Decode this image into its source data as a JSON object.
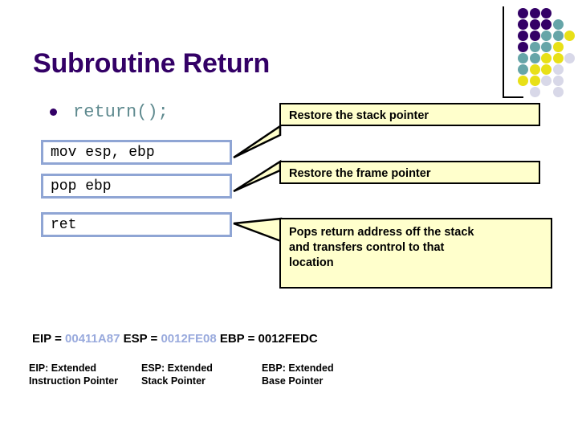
{
  "slide": {
    "title": "Subroutine Return",
    "title_color": "#330066",
    "background": "#ffffff"
  },
  "bullet": {
    "text": "return();",
    "text_color": "#5f8a8f",
    "marker_color": "#330066"
  },
  "code_boxes": [
    {
      "text": "mov esp, ebp",
      "border_color": "#8fa5d4"
    },
    {
      "text": "pop ebp",
      "border_color": "#8fa5d4"
    },
    {
      "text": "ret",
      "border_color": "#8fa5d4"
    }
  ],
  "callouts": [
    {
      "lines": [
        "Restore the stack pointer"
      ],
      "fill": "#ffffcc",
      "border": "#000000"
    },
    {
      "lines": [
        "Restore the frame pointer"
      ],
      "fill": "#ffffcc",
      "border": "#000000"
    },
    {
      "lines": [
        "Pops return address off the stack",
        "and transfers control to that",
        "location"
      ],
      "fill": "#ffffcc",
      "border": "#000000"
    }
  ],
  "registers": {
    "eip_label": "EIP = ",
    "eip_value": "00411A87",
    "esp_label": " ESP = ",
    "esp_value": "0012FE08",
    "ebp_label": " EBP = ",
    "ebp_value": "0012FEDC",
    "highlight_color": "#99aadd"
  },
  "legend": [
    {
      "lines": [
        "EIP: Extended",
        "Instruction Pointer"
      ]
    },
    {
      "lines": [
        "ESP: Extended",
        "Stack Pointer"
      ]
    },
    {
      "lines": [
        "EBP: Extended",
        "Base Pointer"
      ]
    }
  ],
  "decor": {
    "palette": {
      "purple": "#330066",
      "teal": "#66a5a8",
      "yellow": "#e8e017",
      "lavender": "#d8d8e8"
    },
    "rows": [
      [
        "purple",
        "purple",
        "purple",
        null,
        null,
        null
      ],
      [
        "purple",
        "purple",
        "purple",
        "teal",
        null,
        null
      ],
      [
        "purple",
        "purple",
        "teal",
        "teal",
        "yellow",
        null
      ],
      [
        "purple",
        "teal",
        "teal",
        "yellow",
        null,
        null
      ],
      [
        "teal",
        "teal",
        "yellow",
        "yellow",
        "lavender",
        null
      ],
      [
        "teal",
        "yellow",
        "yellow",
        "lavender",
        null,
        null
      ],
      [
        "yellow",
        "yellow",
        "lavender",
        "lavender",
        null,
        null
      ],
      [
        null,
        "lavender",
        null,
        "lavender",
        null,
        null
      ]
    ]
  }
}
